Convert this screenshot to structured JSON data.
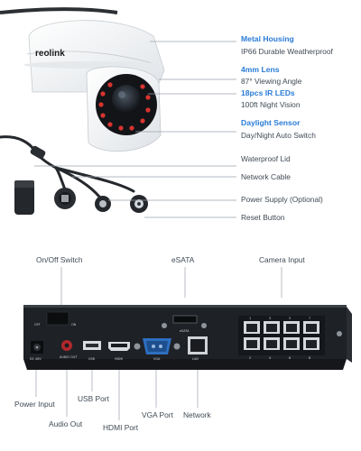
{
  "camera": {
    "brand": "reolink",
    "features": [
      {
        "title": "Metal Housing",
        "desc": "IP66 Durable Weatherproof"
      },
      {
        "title": "4mm Lens",
        "desc": "87° Viewing Angle"
      },
      {
        "title": "18pcs IR LEDs",
        "desc": "100ft Night Vision"
      },
      {
        "title": "Daylight Sensor",
        "desc": "Day/Night Auto Switch"
      }
    ],
    "cable_parts": [
      "Waterproof Lid",
      "Network Cable",
      "Power Supply (Optional)",
      "Reset Button"
    ]
  },
  "nvr": {
    "top_labels": {
      "switch": "On/Off Switch",
      "esata": "eSATA",
      "camera_input": "Camera Input"
    },
    "bottom_labels": {
      "power_input": "Power Input",
      "audio_out": "Audio Out",
      "usb_port": "USB Port",
      "hdmi_port": "HDMI Port",
      "vga_port": "VGA Port",
      "network": "Network"
    },
    "panel_text": {
      "off": "OFF",
      "on": "ON",
      "dc": "DC 48V",
      "audio": "AUDIO OUT",
      "usb": "USB",
      "hdmi": "HDMI",
      "vga": "VGA",
      "lan": "LAN",
      "esata": "eSATA",
      "port_numbers": [
        "1",
        "3",
        "5",
        "7",
        "2",
        "4",
        "6",
        "8"
      ]
    }
  },
  "colors": {
    "accent": "#2a7bd6",
    "text": "#3f4a55",
    "nvr_body": "#1e2126",
    "leader": "#9aa3ab"
  }
}
